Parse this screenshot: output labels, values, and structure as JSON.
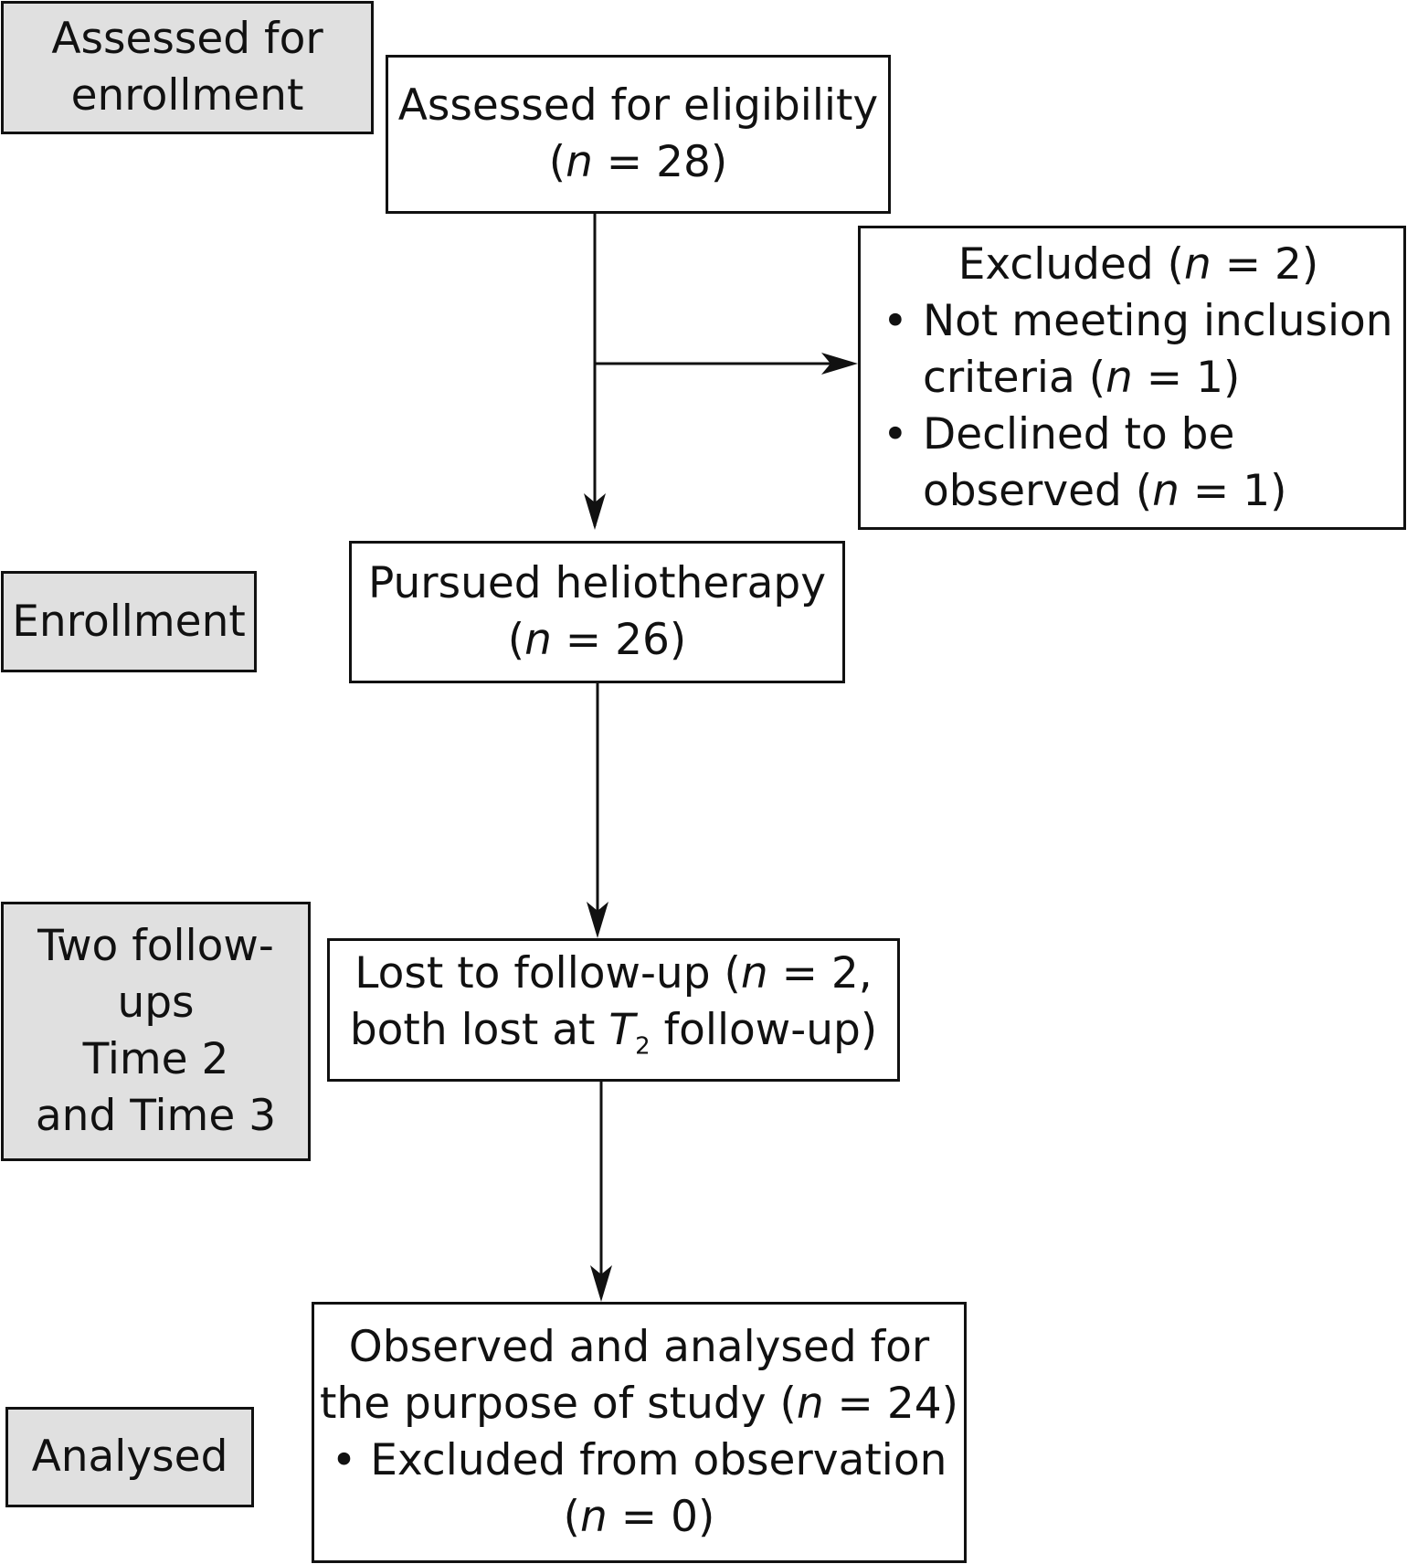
{
  "stages": {
    "assessed": [
      "Assessed for",
      "enrollment"
    ],
    "enrollment": [
      "Enrollment"
    ],
    "followups": [
      "Two follow-",
      "ups",
      "Time 2",
      "and Time 3"
    ],
    "analysed": [
      "Analysed"
    ]
  },
  "boxes": {
    "eligibility": {
      "l1": "Assessed for eligibility",
      "l2_open": "(",
      "l2_n": "n",
      "l2_rest": " = 28)"
    },
    "excluded": {
      "title_a": "Excluded (",
      "title_n": "n",
      "title_b": " = 2)",
      "b1_l1": "Not meeting inclusion",
      "b1_l2_a": "criteria (",
      "b1_l2_n": "n",
      "b1_l2_b": " = 1)",
      "b2_l1": "Declined to be",
      "b2_l2_a": "observed (",
      "b2_l2_n": "n",
      "b2_l2_b": " = 1)",
      "bullet": "•"
    },
    "pursued": {
      "l1": "Pursued heliotherapy",
      "l2_open": "(",
      "l2_n": "n",
      "l2_rest": " = 26)"
    },
    "lost": {
      "l1_a": "Lost to follow-up (",
      "l1_n": "n",
      "l1_b": " = 2,",
      "l2_a": "both lost at ",
      "l2_t": "T",
      "l2_sub": "2",
      "l2_b": " follow-up)"
    },
    "observed": {
      "l1": "Observed and analysed for",
      "l2_a": "the purpose of study (",
      "l2_n": "n",
      "l2_b": " = 24)",
      "l3": "• Excluded from observation",
      "l4_a": "(",
      "l4_n": "n",
      "l4_b": " = 0)"
    }
  }
}
